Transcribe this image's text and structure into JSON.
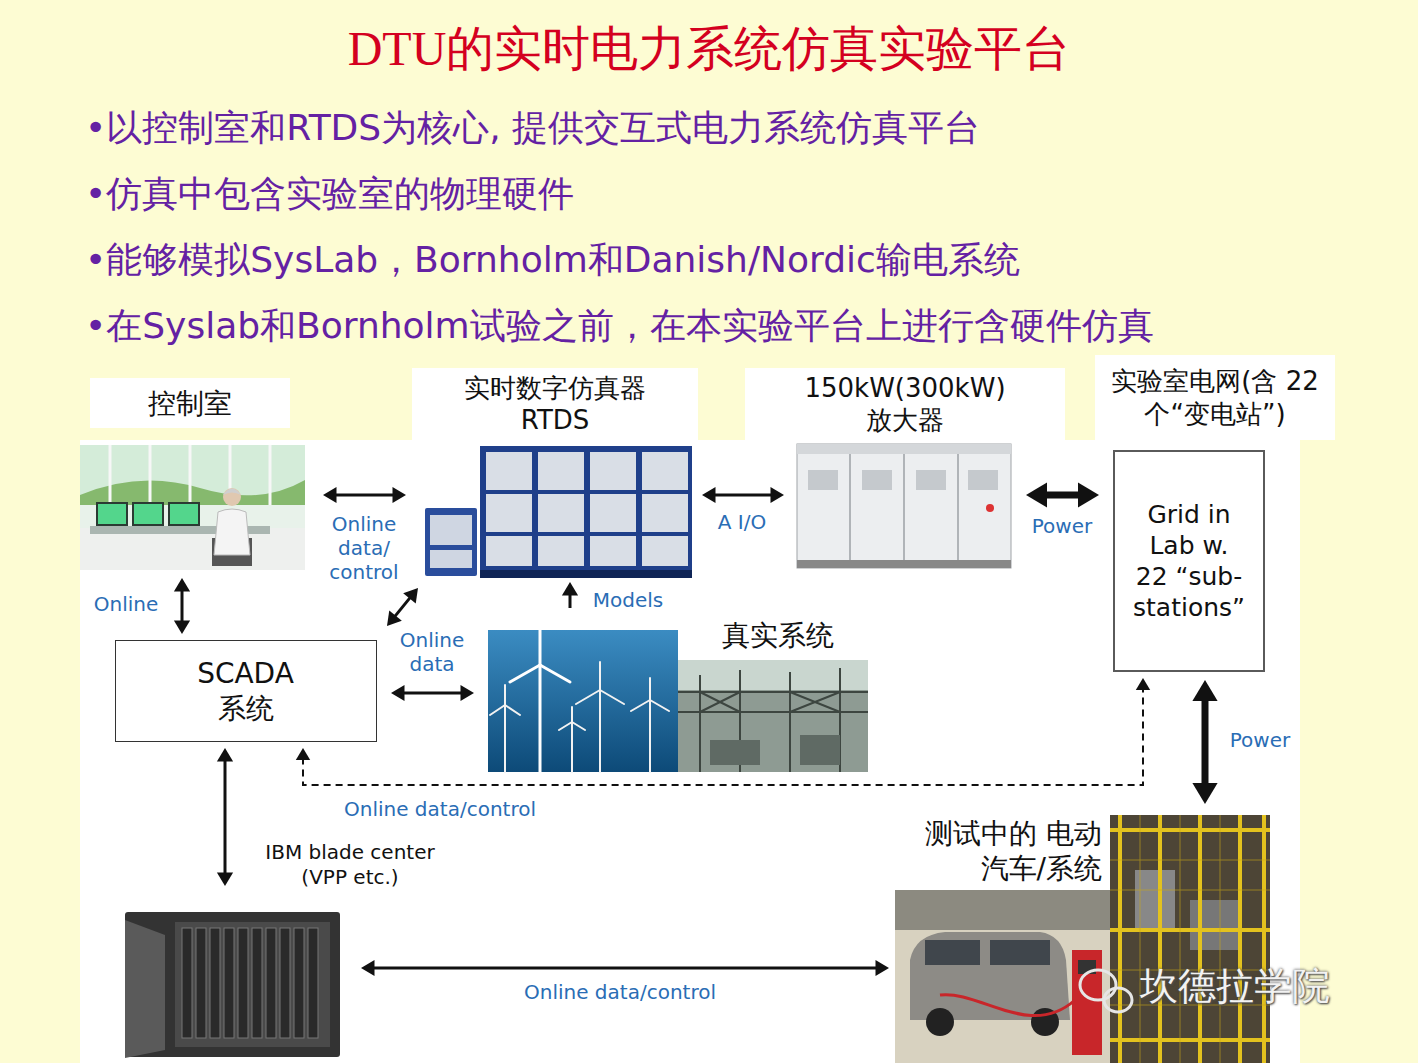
{
  "diagram": {
    "title": "DTU的实时电力系统仿真实验平台",
    "nodes": [
      {
        "text": [
          "控制室"
        ]
      },
      {
        "text": [
          "实时数字仿真器 RTDS"
        ]
      },
      {
        "text": [
          "150kW(300kW) 放大器"
        ]
      },
      {
        "text": [
          "实验室电网(含 22个“变电站”)",
          "Grid in Lab w. 22 “sub- stations”"
        ]
      },
      {
        "text": [
          "SCADA 系统"
        ]
      },
      {
        "text": [
          "真实系统"
        ]
      },
      {
        "text": [
          "IBM blade center (VPP etc.)"
        ]
      },
      {
        "text": [
          "测试中的 电动汽车/系统"
        ]
      }
    ],
    "edges": [
      {
        "from": 0,
        "to": 1,
        "arrow": "both",
        "label": "Online data/ control"
      },
      {
        "from": 1,
        "to": 2,
        "arrow": "both",
        "label": "A I/O"
      },
      {
        "from": 2,
        "to": 3,
        "arrow": "both",
        "label": "Power"
      },
      {
        "from": 0,
        "to": 4,
        "arrow": "both",
        "label": "Online"
      },
      {
        "from": 4,
        "to": 1,
        "arrow": "both"
      },
      {
        "from": 5,
        "to": 1,
        "arrow": "to",
        "label": "Models"
      },
      {
        "from": 4,
        "to": 5,
        "arrow": "both",
        "label": "Online data"
      },
      {
        "from": 3,
        "to": 7,
        "arrow": "both",
        "label": "Power"
      },
      {
        "from": 4,
        "to": 3,
        "arrow": "both",
        "label": "Online data/control"
      },
      {
        "from": 4,
        "to": 6,
        "arrow": "both"
      },
      {
        "from": 6,
        "to": 7,
        "arrow": "both",
        "label": "Online data/control"
      }
    ],
    "labels": [
      "•以控制室和RTDS为核心, 提供交互式电力系统仿真平台",
      "•仿真中包含实验室的物理硬件",
      "•能够模拟SysLab，Bornholm和Danish/Nordic输电系统",
      "•在Syslab和Bornholm试验之前，在本实验平台上进行含硬件仿真",
      "坎德拉学院"
    ]
  }
}
